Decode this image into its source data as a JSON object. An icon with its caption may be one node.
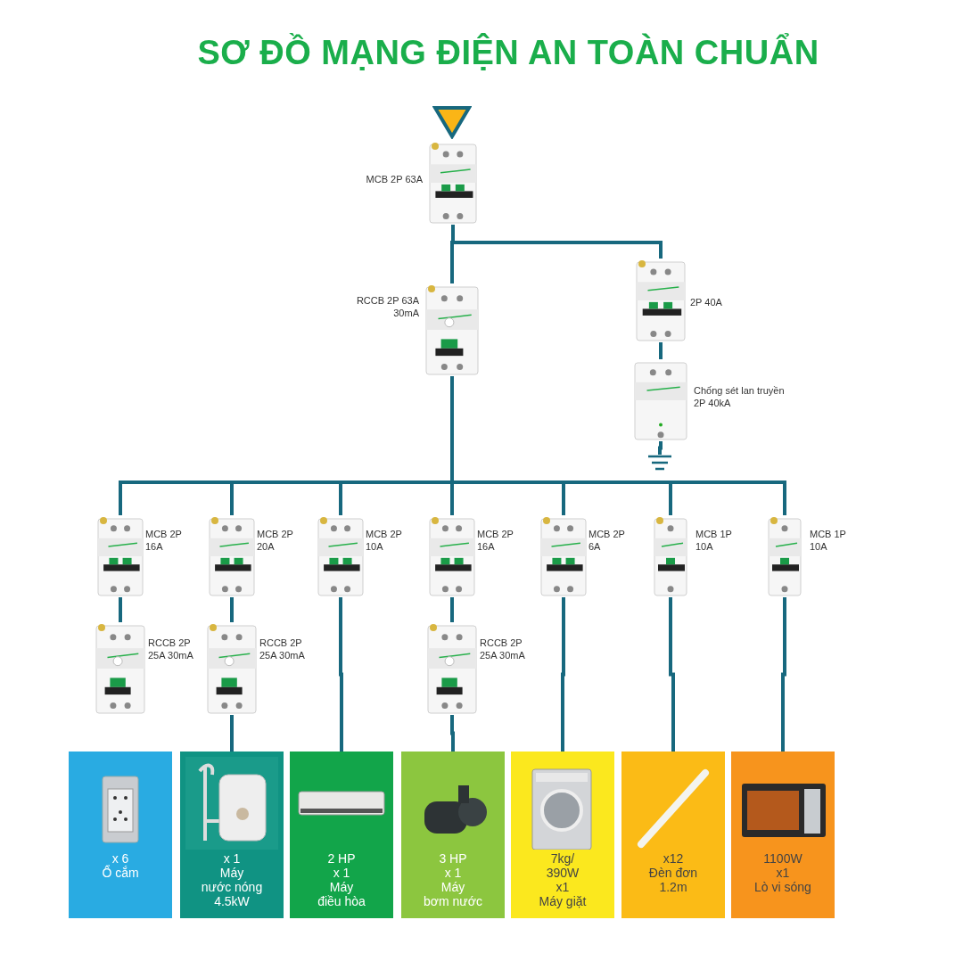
{
  "diagram": {
    "title": "SƠ ĐỒ MẠNG ĐIỆN AN TOÀN CHUẨN",
    "nodes": [
      {
        "text": [],
        "shape": "triangle"
      },
      {
        "text": [
          "MCB 2P 63A"
        ]
      },
      {
        "text": [
          "RCCB 2P 63A 30mA"
        ]
      },
      {
        "text": [
          "2P 40A"
        ]
      },
      {
        "text": [
          "Chống sét lan truyền 2P 40kA"
        ]
      },
      {
        "text": [],
        "shape": "ground"
      },
      {
        "text": [
          "MCB 2P 16A"
        ]
      },
      {
        "text": [
          "MCB 2P 20A"
        ]
      },
      {
        "text": [
          "MCB 2P 10A"
        ]
      },
      {
        "text": [
          "MCB 2P 16A"
        ]
      },
      {
        "text": [
          "MCB 2P 6A"
        ]
      },
      {
        "text": [
          "MCB 1P 10A"
        ]
      },
      {
        "text": [
          "MCB 1P 10A"
        ]
      },
      {
        "text": [
          "RCCB 2P 25A 30mA"
        ]
      },
      {
        "text": [
          "RCCB 2P 25A 30mA"
        ]
      },
      {
        "text": [
          "RCCB 2P 25A 30mA"
        ]
      },
      {
        "text": [
          "x 6",
          "Ổ cắm"
        ]
      },
      {
        "text": [
          "x 1",
          "Máy",
          "nước nóng",
          "4.5kW"
        ]
      },
      {
        "text": [
          "2 HP",
          "x 1",
          "Máy",
          "điều hòa"
        ]
      },
      {
        "text": [
          "3 HP",
          "x 1",
          "Máy",
          "bơm nước"
        ]
      },
      {
        "text": [
          "7kg/",
          "390W",
          "x1",
          "Máy giặt"
        ]
      },
      {
        "text": [
          "x12",
          "Đèn đơn",
          "1.2m"
        ]
      },
      {
        "text": [
          "1100W",
          "x1",
          "Lò vi sóng"
        ]
      }
    ],
    "edges": [
      {
        "from": 1,
        "to": 2,
        "arrow": "none"
      },
      {
        "from": 1,
        "to": 3,
        "arrow": "none"
      },
      {
        "from": 3,
        "to": 4,
        "arrow": "none"
      },
      {
        "from": 4,
        "to": 5,
        "arrow": "none"
      },
      {
        "from": 2,
        "to": 6,
        "arrow": "none"
      },
      {
        "from": 2,
        "to": 7,
        "arrow": "none"
      },
      {
        "from": 2,
        "to": 8,
        "arrow": "none"
      },
      {
        "from": 2,
        "to": 9,
        "arrow": "none"
      },
      {
        "from": 2,
        "to": 10,
        "arrow": "none"
      },
      {
        "from": 2,
        "to": 11,
        "arrow": "none"
      },
      {
        "from": 2,
        "to": 12,
        "arrow": "none"
      },
      {
        "from": 6,
        "to": 13,
        "arrow": "none"
      },
      {
        "from": 7,
        "to": 14,
        "arrow": "none"
      },
      {
        "from": 9,
        "to": 15,
        "arrow": "none"
      },
      {
        "from": 14,
        "to": 17,
        "arrow": "none"
      },
      {
        "from": 8,
        "to": 18,
        "arrow": "none"
      },
      {
        "from": 15,
        "to": 19,
        "arrow": "none"
      },
      {
        "from": 10,
        "to": 20,
        "arrow": "none"
      },
      {
        "from": 11,
        "to": 21,
        "arrow": "none"
      },
      {
        "from": 12,
        "to": 22,
        "arrow": "none"
      }
    ]
  }
}
